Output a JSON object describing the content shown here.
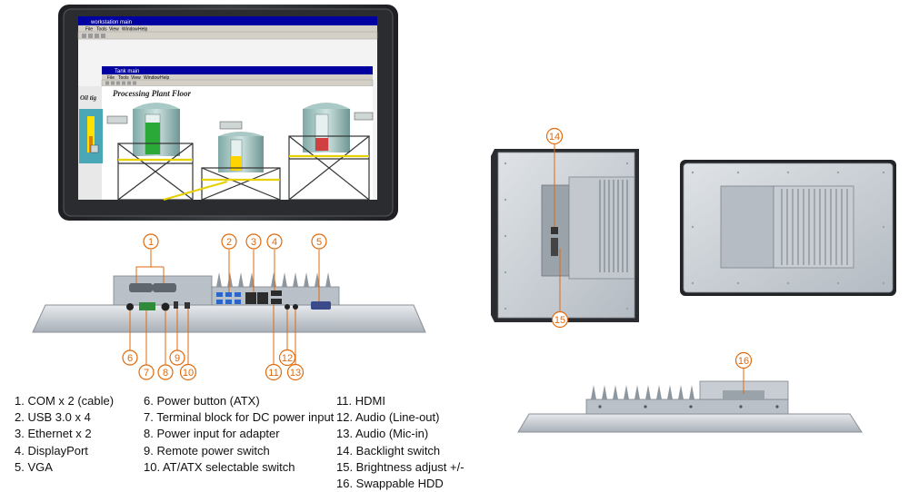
{
  "colors": {
    "callout": "#e06a0c",
    "chassis": "#c9cfd6",
    "chassis_dark": "#8f979f",
    "screen_blue": "#0000a0",
    "legend_text": "#111111"
  },
  "screen": {
    "outer_window_title": "workstation main",
    "inner_window_title": "Tank main",
    "menu_items": [
      "File",
      "Tools",
      "View",
      "Window",
      "Help"
    ],
    "side_label": "Oil tig",
    "panel_title": "Processing Plant Floor"
  },
  "callouts": [
    {
      "num": "1",
      "label": "1"
    },
    {
      "num": "2",
      "label": "2"
    },
    {
      "num": "3",
      "label": "3"
    },
    {
      "num": "4",
      "label": "4"
    },
    {
      "num": "5",
      "label": "5"
    },
    {
      "num": "6",
      "label": "6"
    },
    {
      "num": "7",
      "label": "7"
    },
    {
      "num": "8",
      "label": "8"
    },
    {
      "num": "9",
      "label": "9"
    },
    {
      "num": "10",
      "label": "10"
    },
    {
      "num": "11",
      "label": "11"
    },
    {
      "num": "12",
      "label": "12"
    },
    {
      "num": "13",
      "label": "13"
    },
    {
      "num": "14",
      "label": "14"
    },
    {
      "num": "15",
      "label": "15"
    },
    {
      "num": "16",
      "label": "16"
    }
  ],
  "legend": {
    "col1": [
      "1. COM x 2  (cable)",
      "2. USB 3.0 x 4",
      "3. Ethernet x 2",
      "4. DisplayPort",
      "5. VGA"
    ],
    "col2": [
      "6. Power button (ATX)",
      "7. Terminal block for DC power input",
      "8. Power input for adapter",
      "9. Remote power switch",
      "10. AT/ATX selectable switch"
    ],
    "col3": [
      "11. HDMI",
      "12. Audio (Line-out)",
      "13. Audio (Mic-in)",
      "14. Backlight switch",
      "15. Brightness adjust +/-",
      "16. Swappable HDD"
    ]
  }
}
